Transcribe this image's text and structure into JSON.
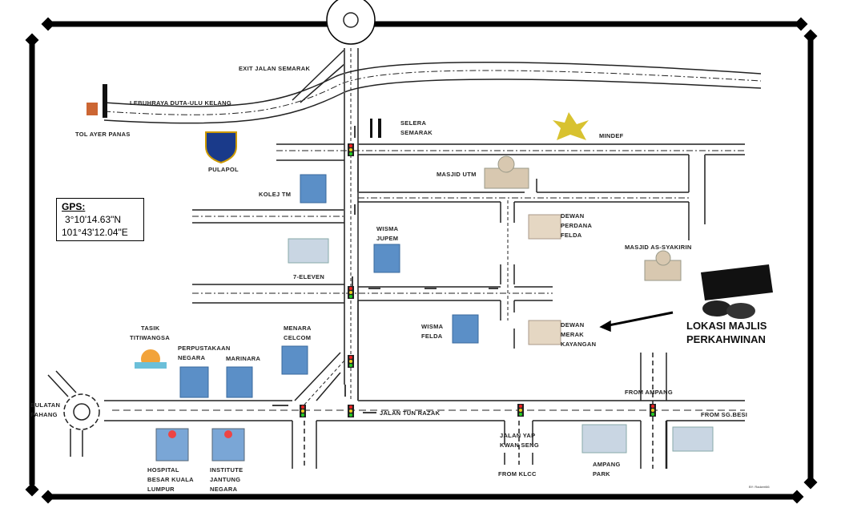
{
  "title": "LOKASI MAJLIS PERKAHWINAN",
  "gps": {
    "label": "GPS:",
    "lat": "3°10'14.63\"N",
    "lon": "101°43'12.04\"E"
  },
  "labels": {
    "exit": "EXIT JALAN SEMARAK",
    "highway": "LEBUHRAYA DUTA-ULU KELANG",
    "toll": "TOL AYER PANAS",
    "pulapol": "PULAPOL",
    "selera1": "SELERA",
    "selera2": "SEMARAK",
    "mindef": "MINDEF",
    "masjid_utm": "MASJID UTM",
    "kolej": "KOLEJ TM",
    "wisma_jupem1": "WISMA",
    "wisma_jupem2": "JUPEM",
    "dewan_perdana1": "DEWAN",
    "dewan_perdana2": "PERDANA",
    "dewan_perdana3": "FELDA",
    "masjid_as": "MASJID AS-SYAKIRIN",
    "seven": "7-ELEVEN",
    "wisma_felda1": "WISMA",
    "wisma_felda2": "FELDA",
    "dewan_merak1": "DEWAN",
    "dewan_merak2": "MERAK",
    "dewan_merak3": "KAYANGAN",
    "tasik1": "TASIK",
    "tasik2": "TITIWANGSA",
    "perpus1": "PERPUSTAKAAN",
    "perpus2": "NEGARA",
    "marinara": "MARINARA",
    "menara1": "MENARA",
    "menara2": "CELCOM",
    "bulatan1": "BULATAN",
    "bulatan2": "PAHANG",
    "tun_razak": "JALAN TUN RAZAK",
    "from_ampang": "FROM AMPANG",
    "from_sgbesi": "FROM SG.BESI",
    "yap1": "JALAN YAP",
    "yap2": "KWAN SENG",
    "from_klcc": "FROM KLCC",
    "ampang_park1": "AMPANG",
    "ampang_park2": "PARK",
    "hospital1": "HOSPITAL",
    "hospital2": "BESAR KUALA",
    "hospital3": "LUMPUR",
    "ijn1": "INSTITUTE",
    "ijn2": "JANTUNG",
    "ijn3": "NEGARA",
    "credit": "BY: Radzeri66",
    "venue1": "LOKASI MAJLIS",
    "venue2": "PERKAHWINAN"
  },
  "icons": [
    "roundabout-icon",
    "traffic-light-icon",
    "building-icon",
    "mosque-icon",
    "hospital-icon",
    "toll-gate-icon",
    "police-crest-icon",
    "cutlery-icon",
    "mindef-emblem-icon",
    "lake-icon",
    "venue-icon"
  ],
  "colors": {
    "building": "#5b8fc7",
    "mosque": "#d8c8b0",
    "frame": "#000000"
  }
}
